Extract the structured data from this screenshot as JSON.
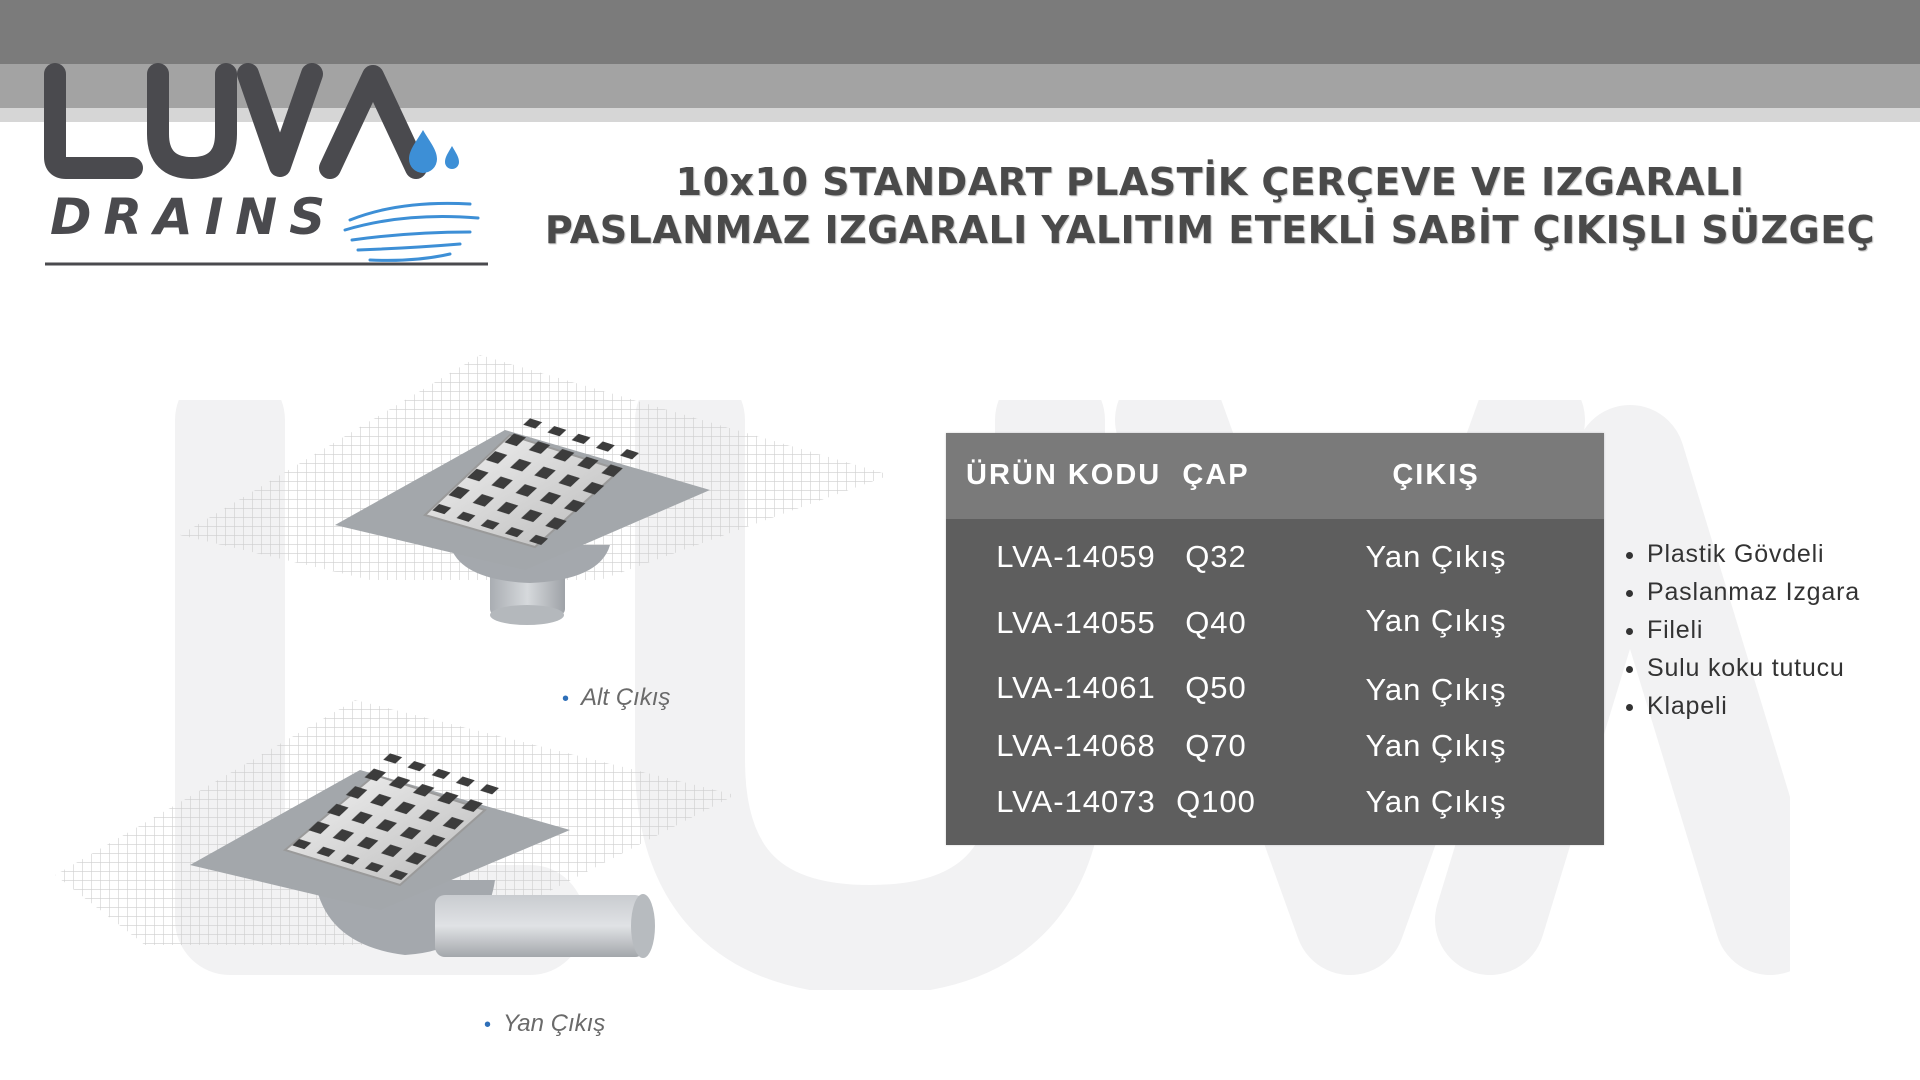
{
  "brand": {
    "name": "LUVA",
    "sub": "DRAINS"
  },
  "title": {
    "line1": "10x10 STANDART PLASTİK ÇERÇEVE VE IZGARALI",
    "line2": "PASLANMAZ IZGARALI YALITIM ETEKLİ SABİT ÇIKIŞLI SÜZGEÇ"
  },
  "products": [
    {
      "caption": "Alt Çıkış"
    },
    {
      "caption": "Yan Çıkış"
    }
  ],
  "table": {
    "headers": [
      "ÜRÜN KODU",
      "ÇAP",
      "ÇIKIŞ"
    ],
    "rows": [
      [
        "LVA-14059",
        "Q32",
        "Yan Çıkış"
      ],
      [
        "LVA-14055",
        "Q40",
        "Yan Çıkış"
      ],
      [
        "LVA-14061",
        "Q50",
        "Yan Çıkış"
      ],
      [
        "LVA-14068",
        "Q70",
        "Yan Çıkış"
      ],
      [
        "LVA-14073",
        "Q100",
        "Yan Çıkış"
      ]
    ]
  },
  "features": [
    "Plastik Gövdeli",
    "Paslanmaz Izgara",
    "Fileli",
    "Sulu koku tutucu",
    "Klapeli"
  ],
  "colors": {
    "band_dark": "#7b7b7b",
    "band_light": "#a3a3a3",
    "table_body": "#5e5e5e",
    "table_head": "#7a7a7a",
    "accent_blue": "#2e6fb8",
    "logo_gray": "#4a4a4e"
  }
}
